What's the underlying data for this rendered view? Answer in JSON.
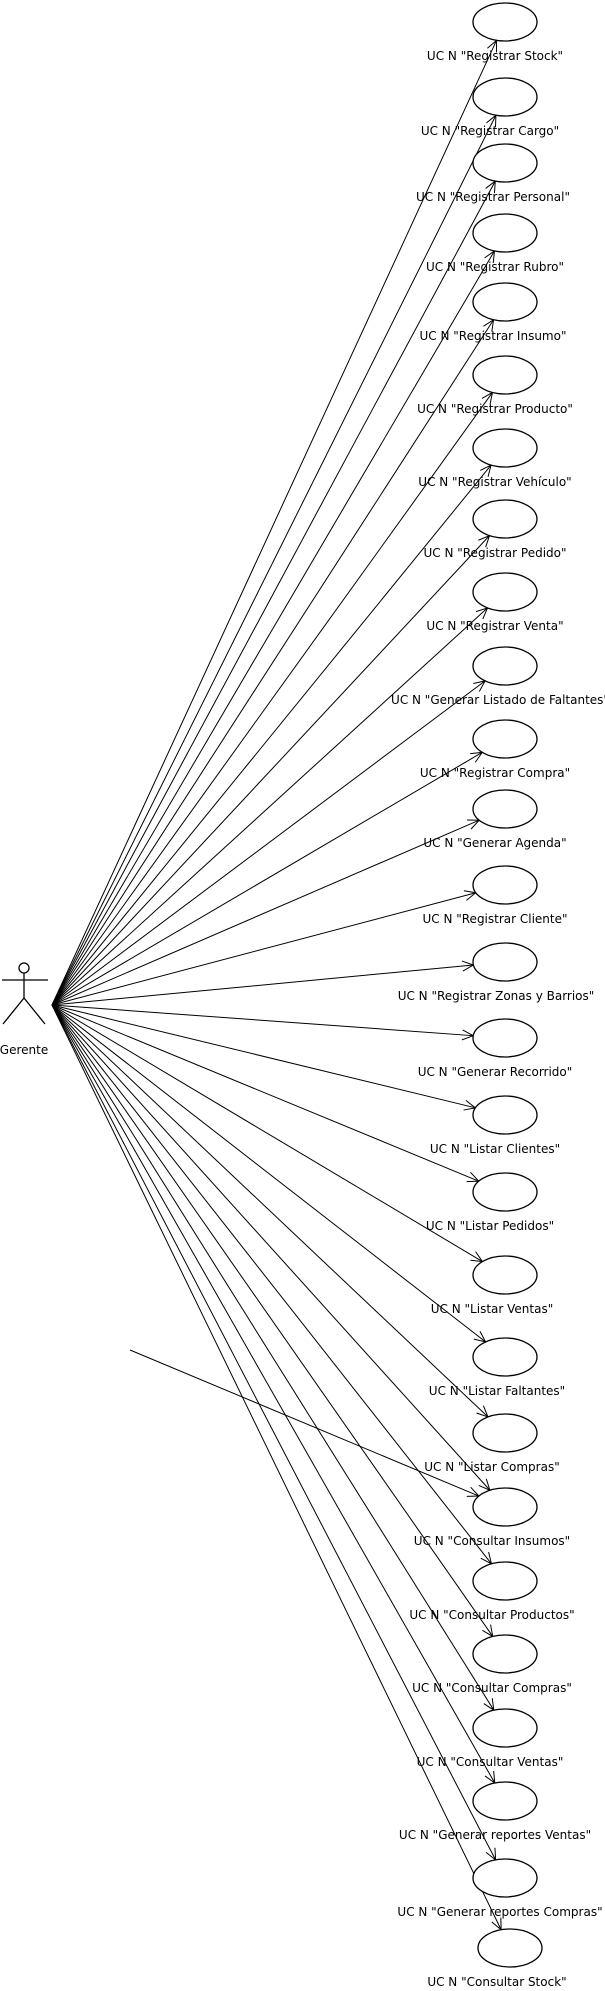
{
  "actor": {
    "name": "Gerente",
    "icon": "stick-figure-actor-icon"
  },
  "use_cases": [
    "UC N \"Registrar Stock\"",
    "UC N \"Registrar Cargo\"",
    "UC N \"Registrar Personal\"",
    "UC N \"Registrar Rubro\"",
    "UC N \"Registrar Insumo\"",
    "UC N \"Registrar Producto\"",
    "UC N \"Registrar Vehículo\"",
    "UC N \"Registrar Pedido\"",
    "UC N \"Registrar Venta\"",
    "UC N \"Generar Listado de Faltantes\"",
    "UC N \"Registrar Compra\"",
    "UC N \"Generar Agenda\"",
    "UC N \"Registrar Cliente\"",
    "UC N \"Registrar Zonas y Barrios\"",
    "UC N \"Generar Recorrido\"",
    "UC N \"Listar Clientes\"",
    "UC N \"Listar Pedidos\"",
    "UC N \"Listar Ventas\"",
    "UC N \"Listar Faltantes\"",
    "UC N \"Listar Compras\"",
    "UC N \"Consultar Insumos\"",
    "UC N \"Consultar Productos\"",
    "UC N \"Consultar Compras\"",
    "UC N \"Consultar Ventas\"",
    "UC N \"Generar reportes Ventas\"",
    "UC N \"Generar reportes Compras\"",
    "UC N \"Consultar Stock\""
  ],
  "colors": {
    "stroke": "#000000",
    "background": "#ffffff"
  }
}
